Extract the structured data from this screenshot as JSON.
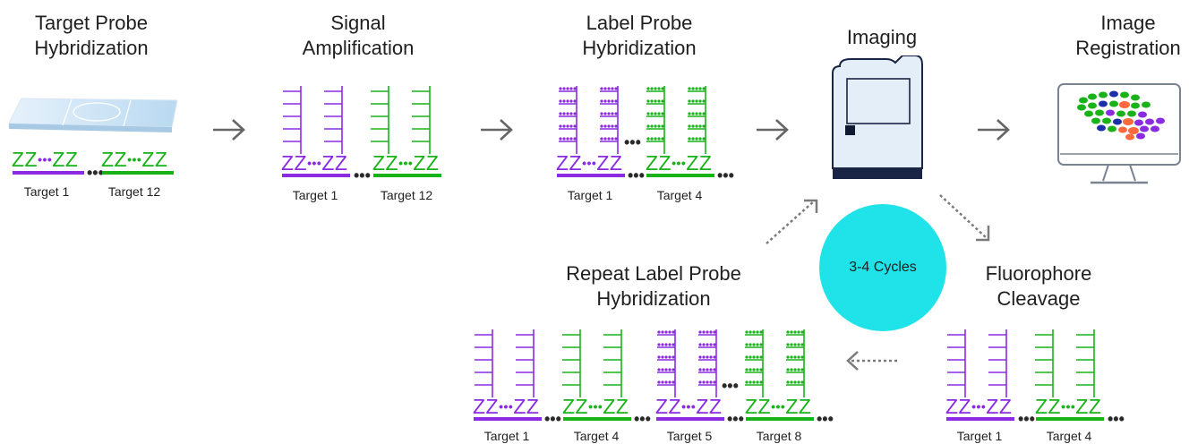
{
  "steps": {
    "target_probe": {
      "title_l1": "Target Probe",
      "title_l2": "Hybridization",
      "zz": [
        "ZZ",
        "ZZ",
        "ZZ",
        "ZZ"
      ],
      "ellipsis": "•••",
      "targets": [
        "Target 1",
        "Target 12"
      ]
    },
    "signal_amp": {
      "title_l1": "Signal",
      "title_l2": "Amplification",
      "zz": [
        "ZZ",
        "ZZ",
        "ZZ",
        "ZZ"
      ],
      "ellipsis": "•••",
      "targets": [
        "Target 1",
        "Target 12"
      ]
    },
    "label_probe": {
      "title_l1": "Label Probe",
      "title_l2": "Hybridization",
      "zz": [
        "ZZ",
        "ZZ",
        "ZZ",
        "ZZ"
      ],
      "ellipsis": "•••",
      "targets": [
        "Target 1",
        "Target 4"
      ]
    },
    "imaging": {
      "title": "Imaging"
    },
    "registration": {
      "title_l1": "Image",
      "title_l2": "Registration"
    },
    "cleavage": {
      "title_l1": "Fluorophore",
      "title_l2": "Cleavage",
      "zz": [
        "ZZ",
        "ZZ",
        "ZZ",
        "ZZ"
      ],
      "ellipsis": "•••",
      "targets": [
        "Target 1",
        "Target 4"
      ]
    },
    "repeat": {
      "title_l1": "Repeat Label Probe",
      "title_l2": "Hybridization",
      "zz": [
        "ZZ",
        "ZZ",
        "ZZ",
        "ZZ",
        "ZZ",
        "ZZ",
        "ZZ",
        "ZZ"
      ],
      "ellipsis": "•••",
      "targets": [
        "Target 1",
        "Target 4",
        "Target 5",
        "Target 8"
      ]
    }
  },
  "cycle": {
    "label": "3-4 Cycles"
  },
  "colors": {
    "purple": "#8a2be2",
    "green": "#19b219",
    "cyan": "#1fe3e8",
    "arrow": "#666666",
    "dotted": "#7a7a7a",
    "orange": "#ff6a3d",
    "navy": "#1c2fa8"
  }
}
